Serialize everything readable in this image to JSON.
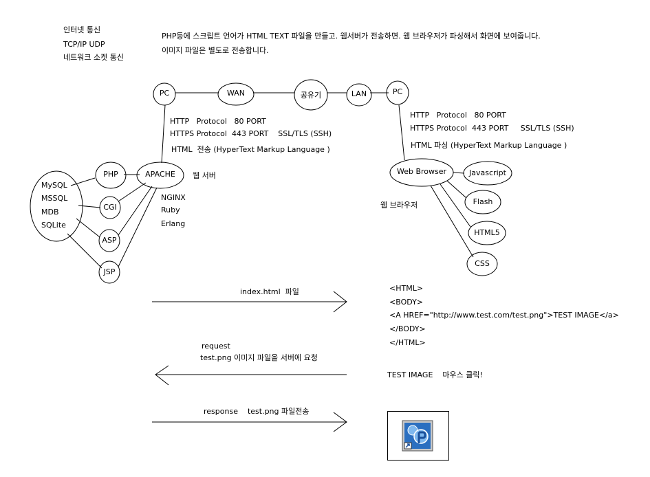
{
  "header": {
    "left_lines": [
      "인터넷 통신",
      "TCP/IP UDP",
      "네트워크 소켓 통신"
    ],
    "desc_lines": [
      "PHP등에 스크립트 언어가 HTML TEXT 파일을 만들고. 웹서버가 전송하면. 웹 브라우저가 파싱해서 화면에 보여줍니다.",
      "이미지 파일은 별도로 전송합니다."
    ]
  },
  "network": {
    "pc_left": "PC",
    "wan": "WAN",
    "router": "공유기",
    "lan": "LAN",
    "pc_right": "PC"
  },
  "server_side": {
    "protocol_lines": [
      "HTTP   Protocol   80 PORT",
      "HTTPS Protocol  443 PORT    SSL/TLS (SSH)",
      "HTML  전송 (HyperText Markup Language )"
    ],
    "apache": "APACHE",
    "web_server_label": "웹 서버",
    "alt_servers": [
      "NGINX",
      "Ruby",
      "Erlang"
    ],
    "scripts": [
      "PHP",
      "CGI",
      "ASP",
      "JSP"
    ],
    "databases": [
      "MySQL",
      "MSSQL",
      "MDB",
      "SQLite"
    ]
  },
  "client_side": {
    "protocol_lines": [
      "HTTP   Protocol   80 PORT",
      "HTTPS Protocol  443 PORT     SSL/TLS (SSH)",
      "HTML 파싱 (HyperText Markup Language )"
    ],
    "browser": "Web Browser",
    "browser_label": "웹 브라우저",
    "techs": [
      "Javascript",
      "Flash",
      "HTML5",
      "CSS"
    ]
  },
  "flow": {
    "arrow1_label": "index.html  파일",
    "html_code": [
      "<HTML>",
      "<BODY>",
      "<A HREF=\"http://www.test.com/test.png\">TEST IMAGE</a>",
      "</BODY>",
      "</HTML>"
    ],
    "request_lines": [
      "request",
      "test.png 이미지 파일을 서버에 요청"
    ],
    "click_note": "TEST IMAGE    마우스 클릭!",
    "response_label": "response    test.png 파일전송",
    "image_icon": "image-shortcut-icon"
  },
  "colors": {
    "line": "#000000",
    "icon_blue": "#2b6fc0",
    "icon_light": "#7fb8ee"
  }
}
